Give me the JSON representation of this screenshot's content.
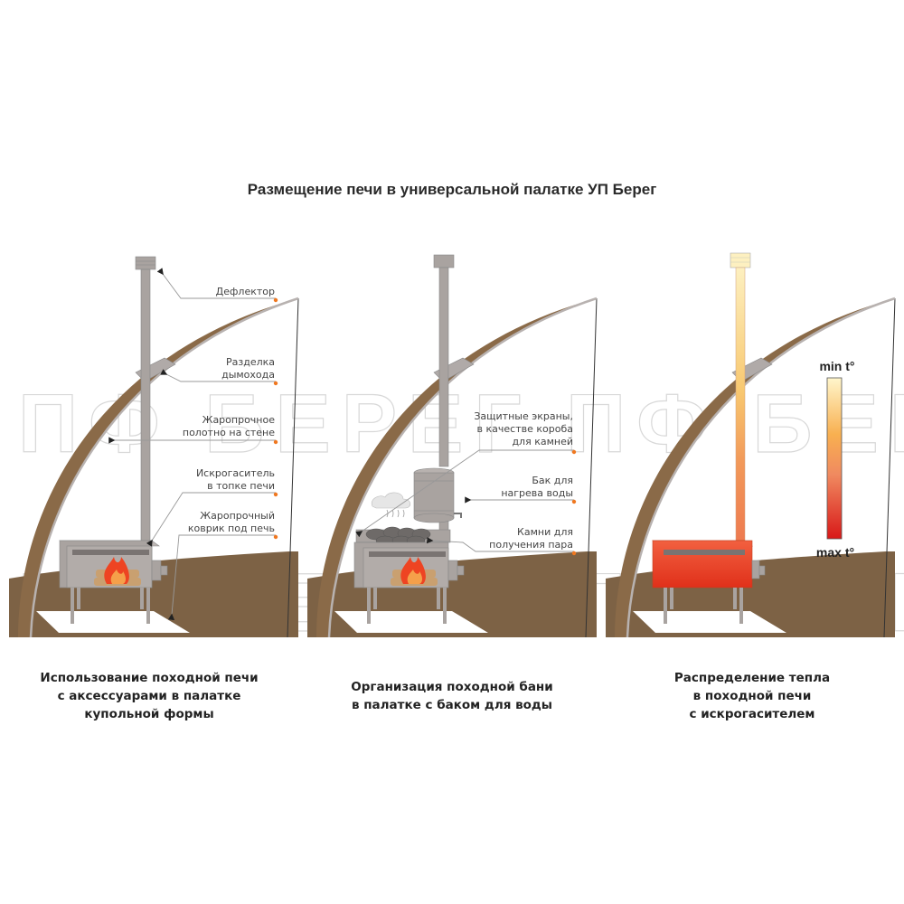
{
  "title": "Размещение печи в универсальной палатке УП Берег",
  "watermark": "ПФ БЕРЕГ ПФ БЕРЕГ",
  "colors": {
    "tent_brown": "#8a6a48",
    "floor_brown": "#7d6245",
    "steel_gray": "#a9a3a0",
    "steel_dark": "#8e8886",
    "callout_dot": "#f07820",
    "flame_outer": "#ee4422",
    "flame_inner": "#f5a04a",
    "heat_min": "#fff6cc",
    "heat_mid": "#f08a50",
    "heat_max": "#d81818"
  },
  "panels": [
    {
      "id": "dome-tent",
      "callouts": [
        {
          "lines": [
            "Дефлектор"
          ]
        },
        {
          "lines": [
            "Разделка",
            "дымохода"
          ]
        },
        {
          "lines": [
            "Жаропрочное",
            "полотно на стене"
          ]
        },
        {
          "lines": [
            "Искрогаситель",
            "в топке печи"
          ]
        },
        {
          "lines": [
            "Жаропрочный",
            "коврик под печь"
          ]
        }
      ],
      "caption": [
        "Использование походной печи",
        "с аксессуарами в палатке",
        "купольной формы"
      ]
    },
    {
      "id": "sauna",
      "callouts": [
        {
          "lines": [
            "Защитные экраны,",
            "в качестве короба",
            "для камней"
          ]
        },
        {
          "lines": [
            "Бак для",
            "нагрева воды"
          ]
        },
        {
          "lines": [
            "Камни для",
            "получения пара"
          ]
        }
      ],
      "caption": [
        "Организация походной бани",
        "в палатке с баком для воды"
      ]
    },
    {
      "id": "heat-distribution",
      "legend": {
        "min_label": "min t°",
        "max_label": "max t°"
      },
      "caption": [
        "Распределение тепла",
        "в походной печи",
        "с искрогасителем"
      ]
    }
  ]
}
